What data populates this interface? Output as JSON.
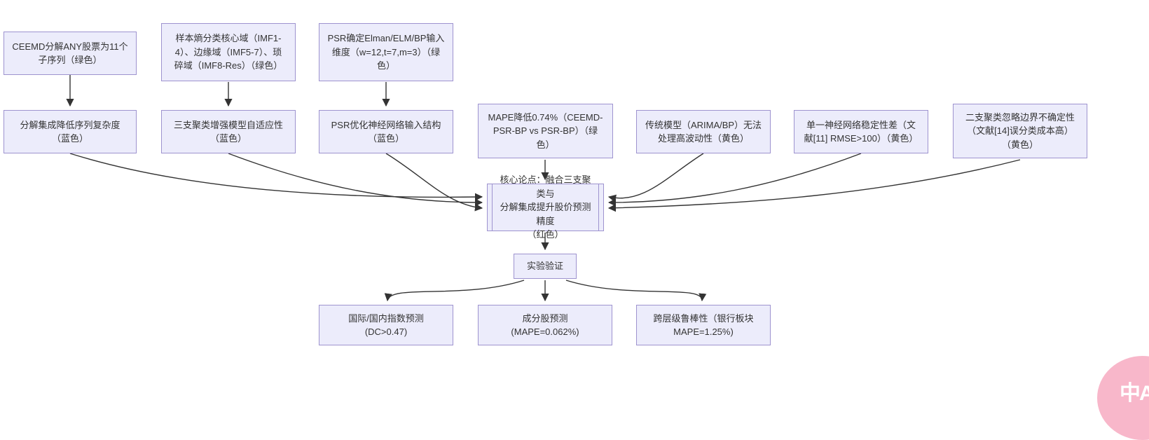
{
  "diagram": {
    "type": "flowchart",
    "nodes": {
      "n1": {
        "label": "CEEMD分解ANY股票为11个\n子序列（绿色）"
      },
      "n2": {
        "label": "样本熵分类核心域（IMF1-\n4）、边缘域（IMF5-7）、琐\n碎域（IMF8-Res）（绿色）"
      },
      "n3": {
        "label": "PSR确定Elman/ELM/BP输入\n维度（w=12,t=7,m=3）（绿\n色）"
      },
      "m1": {
        "label": "分解集成降低序列复杂度\n（蓝色）"
      },
      "m2": {
        "label": "三支聚类增强模型自适应性\n（蓝色）"
      },
      "m3": {
        "label": "PSR优化神经网络输入结构\n（蓝色）"
      },
      "m4": {
        "label": "MAPE降低0.74%（CEEMD-\nPSR-BP vs PSR-BP）（绿\n色）"
      },
      "m5": {
        "label": "传统模型（ARIMA/BP）无法\n处理高波动性（黄色）"
      },
      "m6": {
        "label": "单一神经网络稳定性差（文\n献[11] RMSE>100）（黄色）"
      },
      "m7": {
        "label": "二支聚类忽略边界不确定性\n（文献[14]误分类成本高）\n（黄色）"
      },
      "core": {
        "label": "核心论点：融合三支聚类与\n分解集成提升股价预测精度\n（红色）"
      },
      "exp": {
        "label": "实验验证"
      },
      "b1": {
        "label": "国际/国内指数预测\n(DC>0.47)"
      },
      "b2": {
        "label": "成分股预测\n(MAPE=0.062%)"
      },
      "b3": {
        "label": "跨层级鲁棒性（银行板块\nMAPE=1.25%)"
      }
    },
    "colors": {
      "node_fill": "#ececfb",
      "node_border": "#9e93cf",
      "edge": "#333333",
      "text": "#333333"
    }
  },
  "badge": {
    "label": "中A",
    "color": "#f8b7ca"
  }
}
